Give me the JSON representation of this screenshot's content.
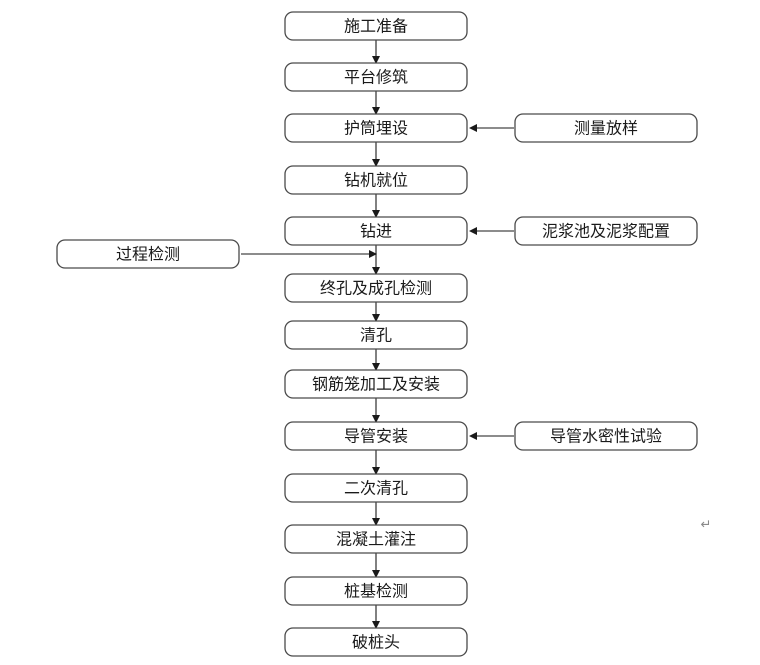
{
  "diagram": {
    "main_steps": [
      "施工准备",
      "平台修筑",
      "护筒埋设",
      "钻机就位",
      "钻进",
      "终孔及成孔检测",
      "清孔",
      "钢筋笼加工及安装",
      "导管安装",
      "二次清孔",
      "混凝土灌注",
      "桩基检测",
      "破桩头"
    ],
    "side_inputs": [
      {
        "label": "测量放样",
        "side": "right",
        "target": 2
      },
      {
        "label": "泥浆池及泥浆配置",
        "side": "right",
        "target": 4
      },
      {
        "label": "过程检测",
        "side": "left",
        "target": "between-4-5"
      },
      {
        "label": "导管水密性试验",
        "side": "right",
        "target": 8
      }
    ],
    "paragraph_mark": "↵"
  }
}
